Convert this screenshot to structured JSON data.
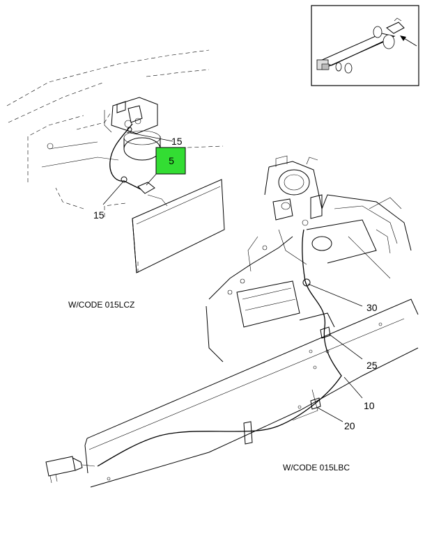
{
  "diagram": {
    "callouts": {
      "c5": "5",
      "c15_upper": "15",
      "c15_lower": "15",
      "c30": "30",
      "c25": "25",
      "c10": "10",
      "c20": "20"
    },
    "captions": {
      "left_view": "W/CODE 015LCZ",
      "right_view": "W/CODE 015LBC"
    },
    "highlight_color": "#33dd33"
  }
}
